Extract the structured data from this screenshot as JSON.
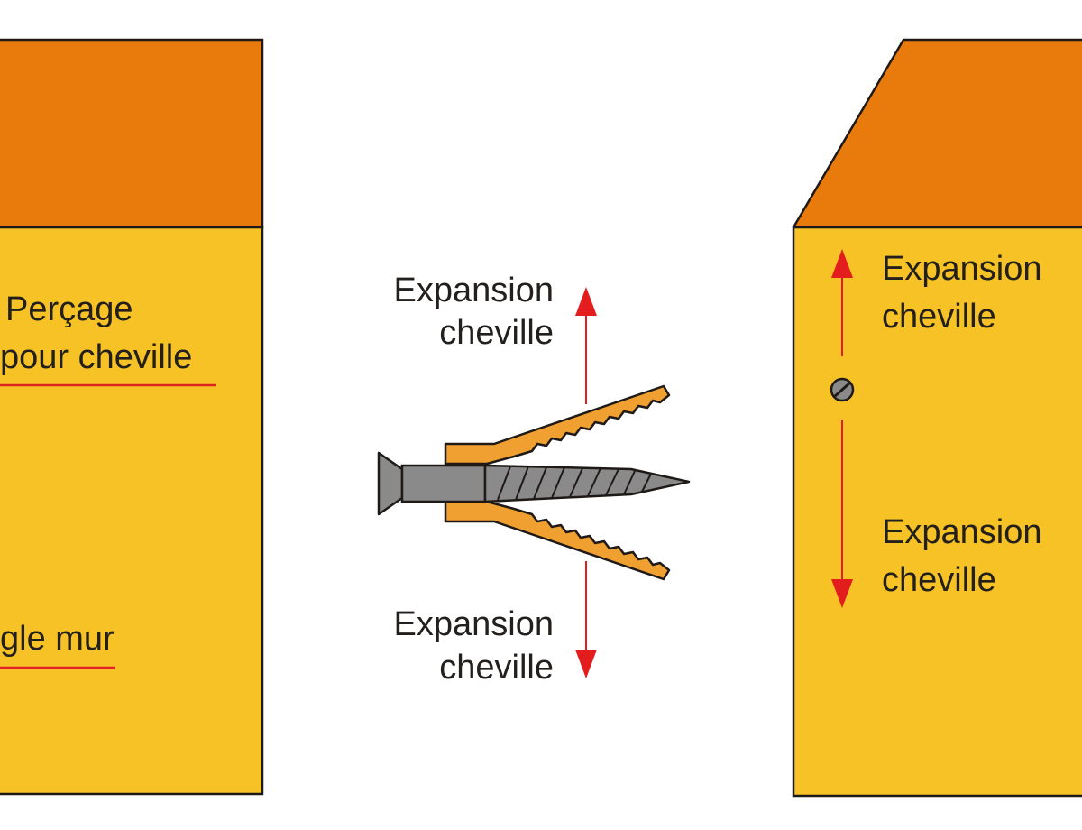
{
  "colors": {
    "background": "#ffffff",
    "wall": "#f6c225",
    "wall_top": "#e97a0c",
    "outline": "#1f1a17",
    "arrow": "#e31d1d",
    "underline": "#e02424",
    "screw": "#8a8a8a",
    "plug": "#f0a030"
  },
  "labels": {
    "drill_hole": [
      "Perçage",
      "pour cheville"
    ],
    "wall_corner": "gle mur",
    "expansion_top": [
      "Expansion",
      "cheville"
    ],
    "expansion_bottom": [
      "Expansion",
      "cheville"
    ],
    "right_expansion_top": [
      "Expansion",
      "cheville"
    ],
    "right_expansion_bottom": [
      "Expansion",
      "cheville"
    ]
  }
}
